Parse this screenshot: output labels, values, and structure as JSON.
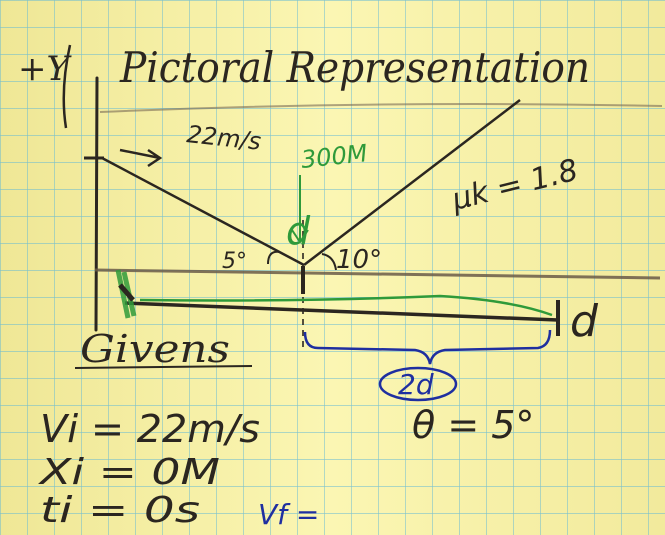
{
  "note": {
    "title": "Pictoral Representation",
    "y_axis_label": "+Y",
    "initial_speed_label": "22m/s",
    "distance_label": "300M",
    "distance_symbol": "d",
    "coefficient_label": "μk = 1.8",
    "angle_left_label": "5°",
    "angle_right_label": "10°",
    "end_symbol": "d",
    "given_label": "Givens",
    "brace_label": "2d",
    "theta_label": "θ = 5°",
    "givens": [
      "Vi = 22m/s",
      "Xi = 0M",
      "ti = 0s"
    ],
    "final_velocity_label": "Vf ="
  },
  "colors": {
    "paper": "#f6f1a6",
    "grid": "#5fb7d6",
    "pencil": "#2b2620",
    "green_ink": "#2f9a3a",
    "blue_ink": "#1f2fa0"
  }
}
